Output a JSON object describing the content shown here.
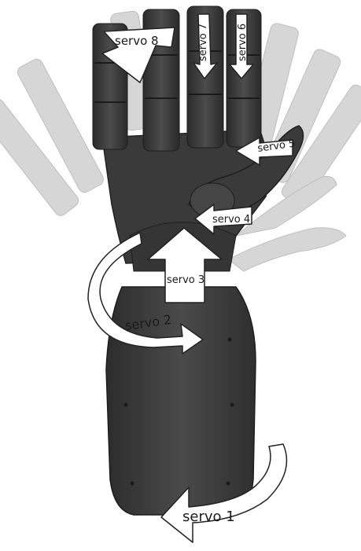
{
  "figure": {
    "subject": "robotic-hand-servo-diagram",
    "colors": {
      "background": "#ffffff",
      "hand_body": "#3c3c3c",
      "hand_dark": "#2a2a2a",
      "ghost_fingers": "#c9c9c9",
      "arrow_fill": "#ffffff",
      "arrow_stroke": "#222222"
    }
  },
  "labels": {
    "servo1": "servo 1",
    "servo2": "servo 2",
    "servo3": "servo 3",
    "servo4": "servo 4",
    "servo5": "servo 5",
    "servo6": "servo 6",
    "servo7": "servo 7",
    "servo8": "servo 8"
  }
}
